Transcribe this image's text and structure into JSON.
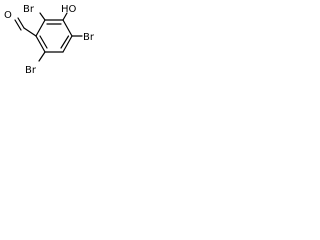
{
  "molecule": {
    "atoms": {
      "br_top_left": "Br",
      "oh": "HO",
      "br_right": "Br",
      "br_bottom_left": "Br",
      "o_aldehyde": "O"
    },
    "colors": {
      "bond": "#000000",
      "text": "#000000",
      "background": "#ffffff"
    }
  }
}
